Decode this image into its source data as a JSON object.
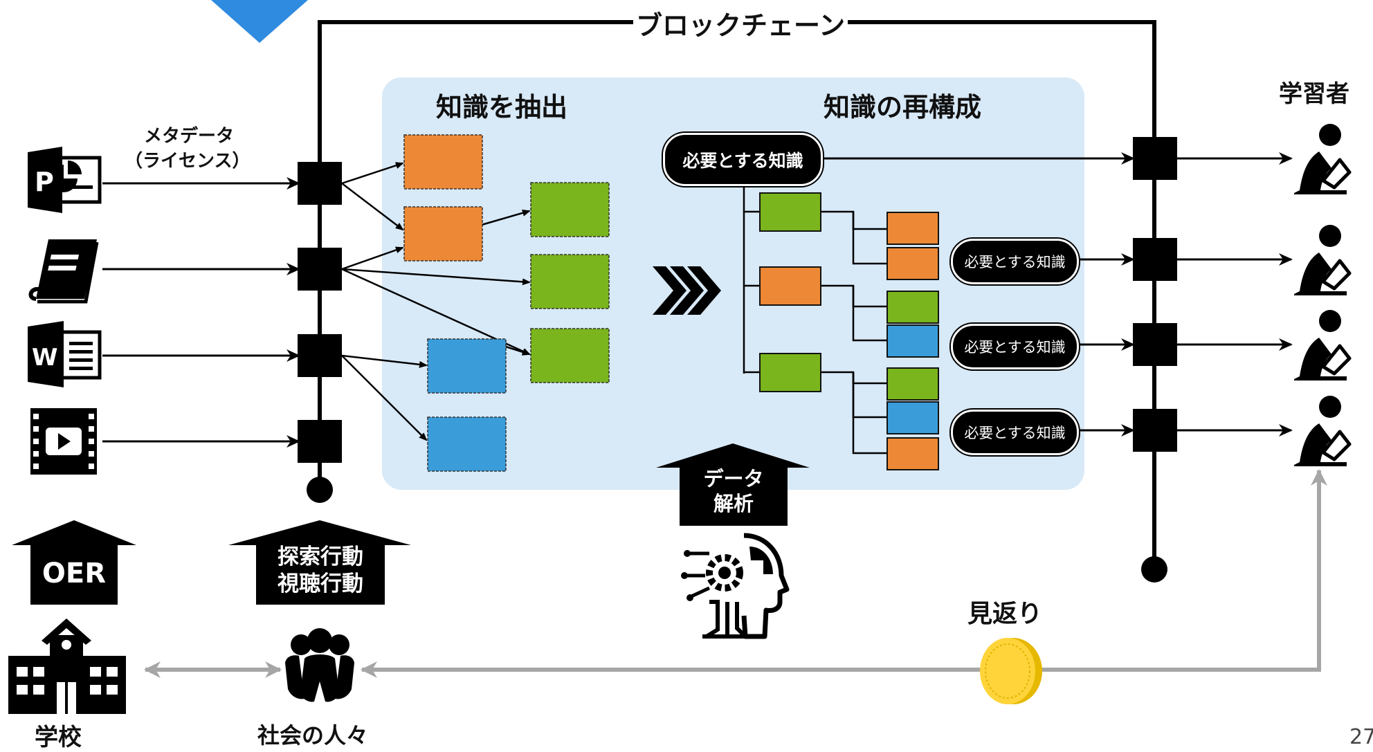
{
  "blockchain_label": "ブロックチェーン",
  "extract_title": "知識を抽出",
  "reconstruct_title": "知識の再構成",
  "learner_label": "学習者",
  "metadata_label_line1": "メタデータ",
  "metadata_label_line2": "（ライセンス）",
  "needed_knowledge_main": "必要とする知識",
  "needed_knowledge_items": [
    "必要とする知識",
    "必要とする知識",
    "必要とする知識"
  ],
  "data_analysis_line1": "データ",
  "data_analysis_line2": "解析",
  "oer_label": "OER",
  "explore_line1": "探索行動",
  "explore_line2": "視聴行動",
  "return_label": "見返り",
  "school_label": "学校",
  "society_label": "社会の人々",
  "page_number": "27",
  "colors": {
    "orange": "#ED8936",
    "green": "#7AB51D",
    "blue": "#3A9DDA",
    "panel": "#D8E9F7",
    "gray_arrow": "#A6A6A6",
    "coin": "#FFD43B",
    "accent_blue": "#2E8BE0"
  },
  "icons": {
    "powerpoint": "powerpoint-icon",
    "book": "book-icon",
    "word": "word-icon",
    "video": "video-icon",
    "learner": "learner-reading-icon",
    "ai": "ai-head-gear-icon",
    "school": "school-icon",
    "people": "people-group-icon",
    "coin": "coin-icon"
  }
}
